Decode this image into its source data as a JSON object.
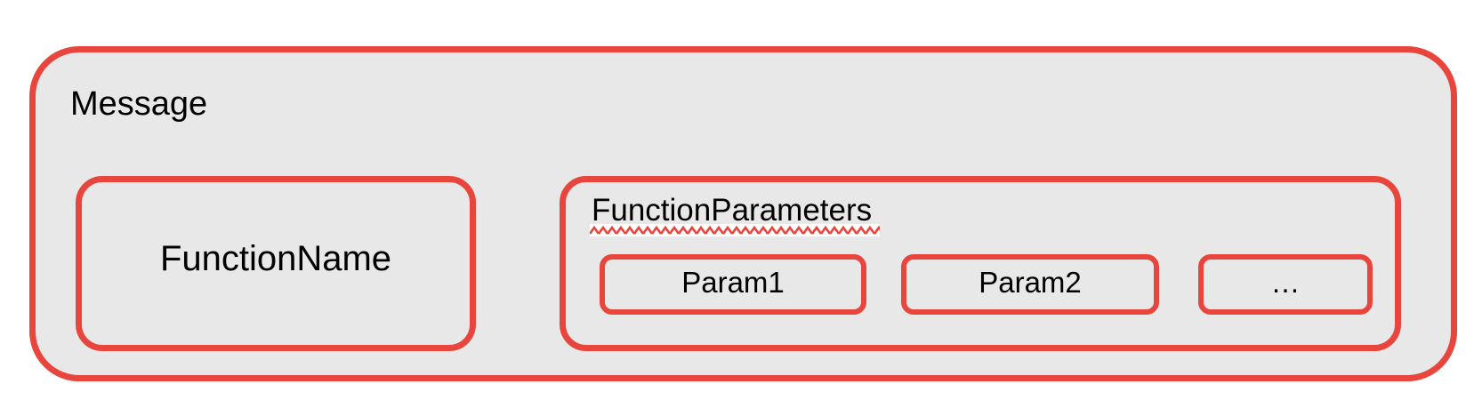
{
  "diagram": {
    "colors": {
      "accent_red": "#E8463C",
      "box_fill": "#E8E8E8",
      "text": "#000000",
      "page_background": "#FFFFFF"
    },
    "message": {
      "label": "Message"
    },
    "function_name": {
      "label": "FunctionName"
    },
    "function_parameters": {
      "label": "FunctionParameters",
      "has_spellcheck_underline": true,
      "params": [
        {
          "label": "Param1"
        },
        {
          "label": "Param2"
        },
        {
          "label": "…"
        }
      ]
    }
  }
}
